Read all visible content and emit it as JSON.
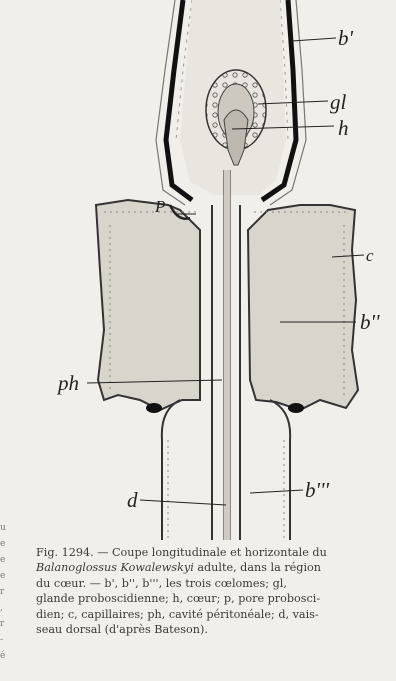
{
  "labels": {
    "b1": "b'",
    "gl": "gl",
    "h": "h",
    "P": "P",
    "c": "c",
    "b2": "b''",
    "ph": "ph",
    "d": "d",
    "b3": "b'''"
  },
  "caption": {
    "line1_a": "Fig. 1294. — Coupe longitudinale et horizontale du",
    "line2_a": "Balanoglossus Kowalewskyi",
    "line2_b": " adulte, dans la région",
    "line3": "du cœur. — b', b'', b''', les trois cœlomes; gl,",
    "line4": "glande proboscidienne; h, cœur; p, pore probosci-",
    "line5": "dien; c, capillaires; ph, cavité péritonéale; d, vais-",
    "line6": "seau dorsal (d'après Bateson)."
  },
  "margin_fragments": [
    "u",
    "e",
    "e",
    "e",
    "r",
    ",",
    "r",
    "-",
    "é"
  ],
  "colors": {
    "background": "#f1efea",
    "cavity_fill": "#d8d5cd",
    "ink": "#222222",
    "black_lining": "#111111"
  }
}
